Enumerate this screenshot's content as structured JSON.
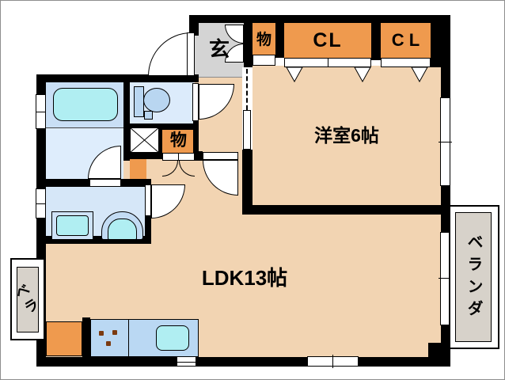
{
  "title": "apartment-floor-plan",
  "rooms": {
    "entrance": {
      "label": "玄"
    },
    "storage_top": {
      "label": "物"
    },
    "closet_1": {
      "label": "CL"
    },
    "closet_2": {
      "label": "C L"
    },
    "western_room": {
      "label": "洋室6帖"
    },
    "ldk": {
      "label": "LDK13帖"
    },
    "storage_mid": {
      "label": "物"
    },
    "balcony_left": {
      "label": "ベラ"
    },
    "balcony_right": {
      "label": "ベランダ"
    }
  },
  "colors": {
    "wall": "#000000",
    "room-peach": "#f2d4b2",
    "accent-orange": "#ef9a4e",
    "entrance-gray": "#d4d4d4",
    "bath-blue": "#c9dff5",
    "bath-blue-light": "#deedfc",
    "toilet-blue": "#dcebfb",
    "wash-blue": "#d6e7f8",
    "fixture-blue": "#b9d6f1",
    "water-cyan": "#b0eef2",
    "counter-blue": "#bad8f3",
    "balcony-gray": "#d7d2ca"
  }
}
